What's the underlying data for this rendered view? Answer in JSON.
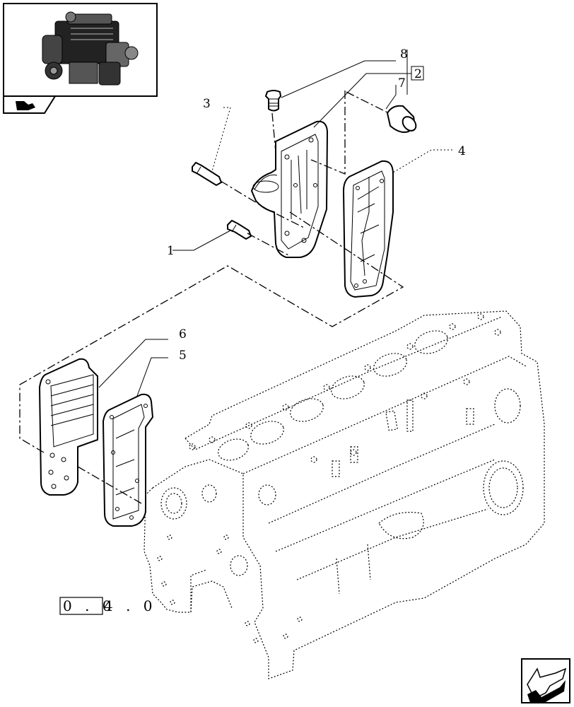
{
  "callouts": {
    "c1": "1",
    "c2": "2",
    "c3": "3",
    "c4": "4",
    "c5": "5",
    "c6": "6",
    "c7": "7",
    "c8": "8"
  },
  "reference": {
    "boxed": "0 . 0",
    "rest": "4 . 0"
  },
  "icons": {
    "thumbnail": "engine-thumbnail-icon",
    "tab": "pointer-tab-icon",
    "nav": "next-page-arrow-icon"
  }
}
